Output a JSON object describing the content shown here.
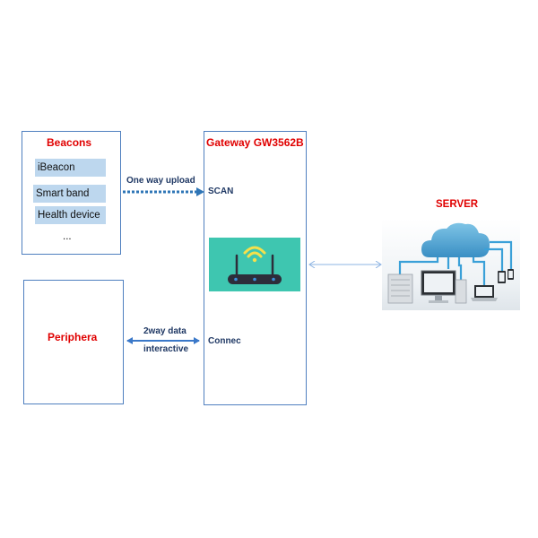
{
  "beacons": {
    "title": "Beacons",
    "items": [
      {
        "label": "iBeacon",
        "highlighted": true
      },
      {
        "label": "Smart band",
        "highlighted": true
      },
      {
        "label": "Health device",
        "highlighted": true
      },
      {
        "label": "...",
        "highlighted": false
      }
    ]
  },
  "peripheral": {
    "title": "Periphera"
  },
  "gateway": {
    "title": "Gateway GW3562B",
    "scan_label": "SCAN",
    "connect_label": "Connec",
    "router_icon": "wifi-router-icon"
  },
  "server": {
    "title": "SERVER",
    "illustration_icon": "cloud-network-icon"
  },
  "arrows": {
    "upload_label": "One way upload",
    "twoway_line1": "2way  data",
    "twoway_line2": "interactive"
  },
  "colors": {
    "title_red": "#e00000",
    "label_navy": "#1f3864",
    "box_border": "#4f7fbf",
    "chip_fill": "#bdd7ee",
    "router_panel": "#3ec6b0",
    "arrow_blue": "#3a78c9",
    "dotted_blue": "#2e75b6"
  }
}
